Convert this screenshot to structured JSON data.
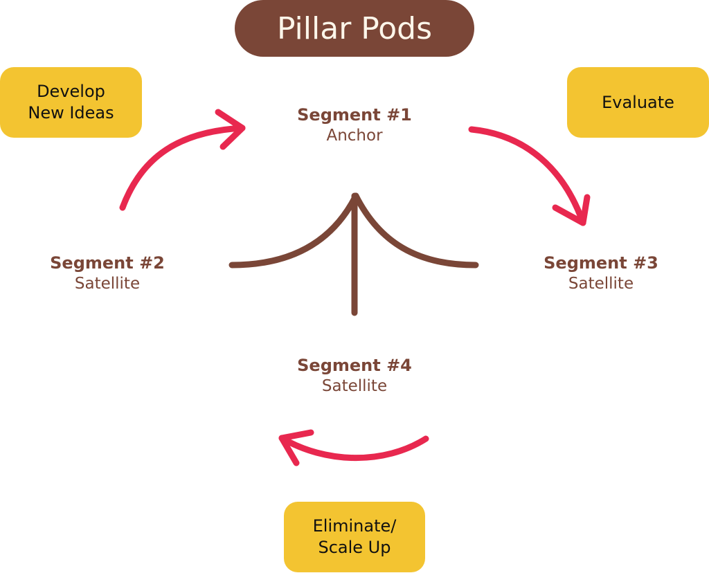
{
  "title": "Pillar Pods",
  "colors": {
    "brown": "#7a4637",
    "yellow": "#f3c431",
    "arrow_red": "#e8284f",
    "title_text": "#fdf6ea"
  },
  "steps": {
    "develop": {
      "line1": "Develop",
      "line2": "New Ideas"
    },
    "evaluate": {
      "line1": "Evaluate"
    },
    "eliminate": {
      "line1": "Eliminate/",
      "line2": "Scale Up"
    }
  },
  "segments": [
    {
      "title": "Segment #1",
      "role": "Anchor"
    },
    {
      "title": "Segment #2",
      "role": "Satellite"
    },
    {
      "title": "Segment #3",
      "role": "Satellite"
    },
    {
      "title": "Segment #4",
      "role": "Satellite"
    }
  ],
  "icons": {
    "pillar": "pillar-tent-icon",
    "arrows": [
      "arrow-curved-right",
      "arrow-curved-down",
      "arrow-curved-left"
    ]
  }
}
